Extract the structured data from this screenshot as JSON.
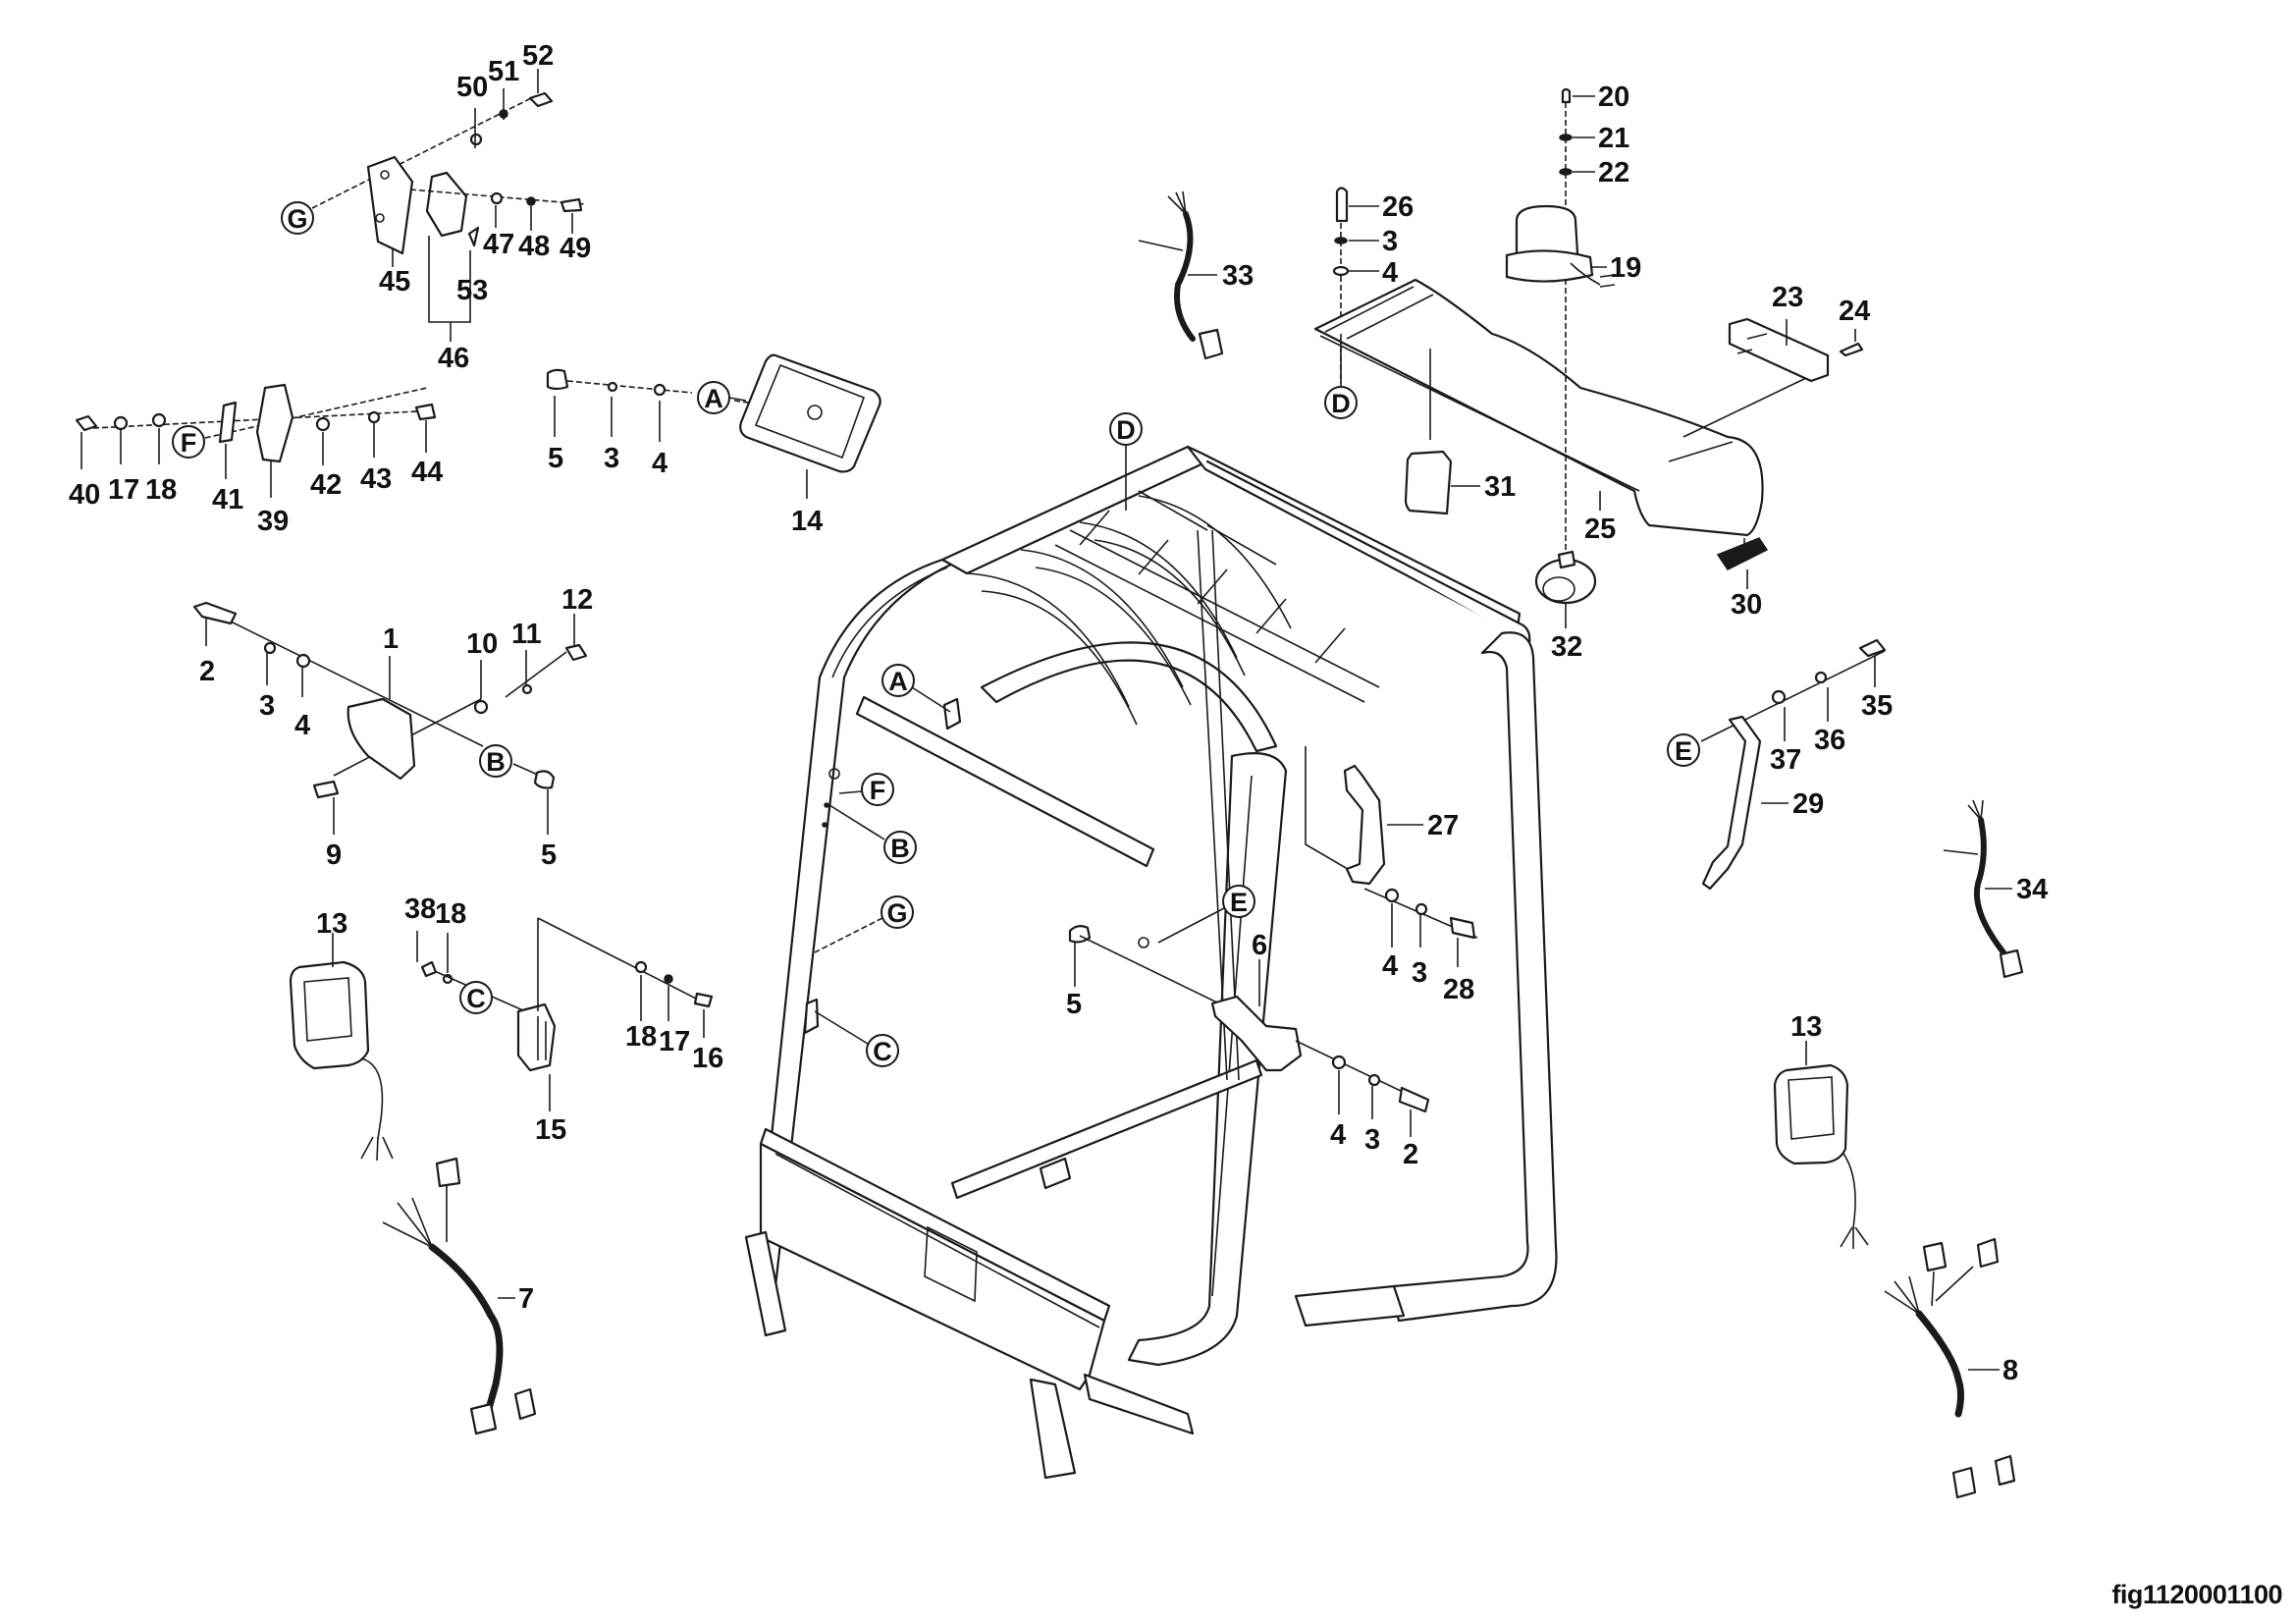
{
  "figure": {
    "code": "fig1120001100",
    "description": "Exploded parts diagram: operator cab frame with lights, mirrors, handles and wiring harnesses",
    "line_color": "#1a1a1a",
    "background": "#ffffff"
  },
  "reference_letters": [
    "A",
    "B",
    "C",
    "D",
    "E",
    "F",
    "G"
  ],
  "callouts": [
    {
      "id": "c50a",
      "label": "50"
    },
    {
      "id": "c51a",
      "label": "51"
    },
    {
      "id": "c52",
      "label": "52"
    },
    {
      "id": "c45",
      "label": "45"
    },
    {
      "id": "c47",
      "label": "47"
    },
    {
      "id": "c48",
      "label": "48"
    },
    {
      "id": "c49",
      "label": "49"
    },
    {
      "id": "c53",
      "label": "53"
    },
    {
      "id": "c46",
      "label": "46"
    },
    {
      "id": "c40",
      "label": "40"
    },
    {
      "id": "c17a",
      "label": "17"
    },
    {
      "id": "c18a",
      "label": "18"
    },
    {
      "id": "c41",
      "label": "41"
    },
    {
      "id": "c39",
      "label": "39"
    },
    {
      "id": "c42",
      "label": "42"
    },
    {
      "id": "c43",
      "label": "43"
    },
    {
      "id": "c44",
      "label": "44"
    },
    {
      "id": "c5a",
      "label": "5"
    },
    {
      "id": "c3a",
      "label": "3"
    },
    {
      "id": "c4a",
      "label": "4"
    },
    {
      "id": "c14",
      "label": "14"
    },
    {
      "id": "c2a",
      "label": "2"
    },
    {
      "id": "c3b",
      "label": "3"
    },
    {
      "id": "c4b",
      "label": "4"
    },
    {
      "id": "c1",
      "label": "1"
    },
    {
      "id": "c10",
      "label": "10"
    },
    {
      "id": "c11",
      "label": "11"
    },
    {
      "id": "c12",
      "label": "12"
    },
    {
      "id": "c9",
      "label": "9"
    },
    {
      "id": "c5b",
      "label": "5"
    },
    {
      "id": "c13a",
      "label": "13"
    },
    {
      "id": "c38",
      "label": "38"
    },
    {
      "id": "c18b",
      "label": "18"
    },
    {
      "id": "c18c",
      "label": "18"
    },
    {
      "id": "c17b",
      "label": "17"
    },
    {
      "id": "c16",
      "label": "16"
    },
    {
      "id": "c15",
      "label": "15"
    },
    {
      "id": "c7",
      "label": "7"
    },
    {
      "id": "c33",
      "label": "33"
    },
    {
      "id": "c26",
      "label": "26"
    },
    {
      "id": "c3c",
      "label": "3"
    },
    {
      "id": "c4c",
      "label": "4"
    },
    {
      "id": "c20",
      "label": "20"
    },
    {
      "id": "c21",
      "label": "21"
    },
    {
      "id": "c22",
      "label": "22"
    },
    {
      "id": "c19",
      "label": "19"
    },
    {
      "id": "c23",
      "label": "23"
    },
    {
      "id": "c24",
      "label": "24"
    },
    {
      "id": "c31",
      "label": "31"
    },
    {
      "id": "c25",
      "label": "25"
    },
    {
      "id": "c30",
      "label": "30"
    },
    {
      "id": "c32",
      "label": "32"
    },
    {
      "id": "c35",
      "label": "35"
    },
    {
      "id": "c36",
      "label": "36"
    },
    {
      "id": "c37",
      "label": "37"
    },
    {
      "id": "c29",
      "label": "29"
    },
    {
      "id": "c34",
      "label": "34"
    },
    {
      "id": "c27",
      "label": "27"
    },
    {
      "id": "c4d",
      "label": "4"
    },
    {
      "id": "c3d",
      "label": "3"
    },
    {
      "id": "c28",
      "label": "28"
    },
    {
      "id": "c5c",
      "label": "5"
    },
    {
      "id": "c6",
      "label": "6"
    },
    {
      "id": "c4e",
      "label": "4"
    },
    {
      "id": "c3e",
      "label": "3"
    },
    {
      "id": "c2b",
      "label": "2"
    },
    {
      "id": "c13b",
      "label": "13"
    },
    {
      "id": "c8",
      "label": "8"
    }
  ],
  "refs": [
    {
      "id": "rG1",
      "letter": "G"
    },
    {
      "id": "rF1",
      "letter": "F"
    },
    {
      "id": "rA1",
      "letter": "A"
    },
    {
      "id": "rB1",
      "letter": "B"
    },
    {
      "id": "rC1",
      "letter": "C"
    },
    {
      "id": "rD1",
      "letter": "D"
    },
    {
      "id": "rD2",
      "letter": "D"
    },
    {
      "id": "rA2",
      "letter": "A"
    },
    {
      "id": "rF2",
      "letter": "F"
    },
    {
      "id": "rB2",
      "letter": "B"
    },
    {
      "id": "rG2",
      "letter": "G"
    },
    {
      "id": "rC2",
      "letter": "C"
    },
    {
      "id": "rE1",
      "letter": "E"
    },
    {
      "id": "rE2",
      "letter": "E"
    }
  ]
}
